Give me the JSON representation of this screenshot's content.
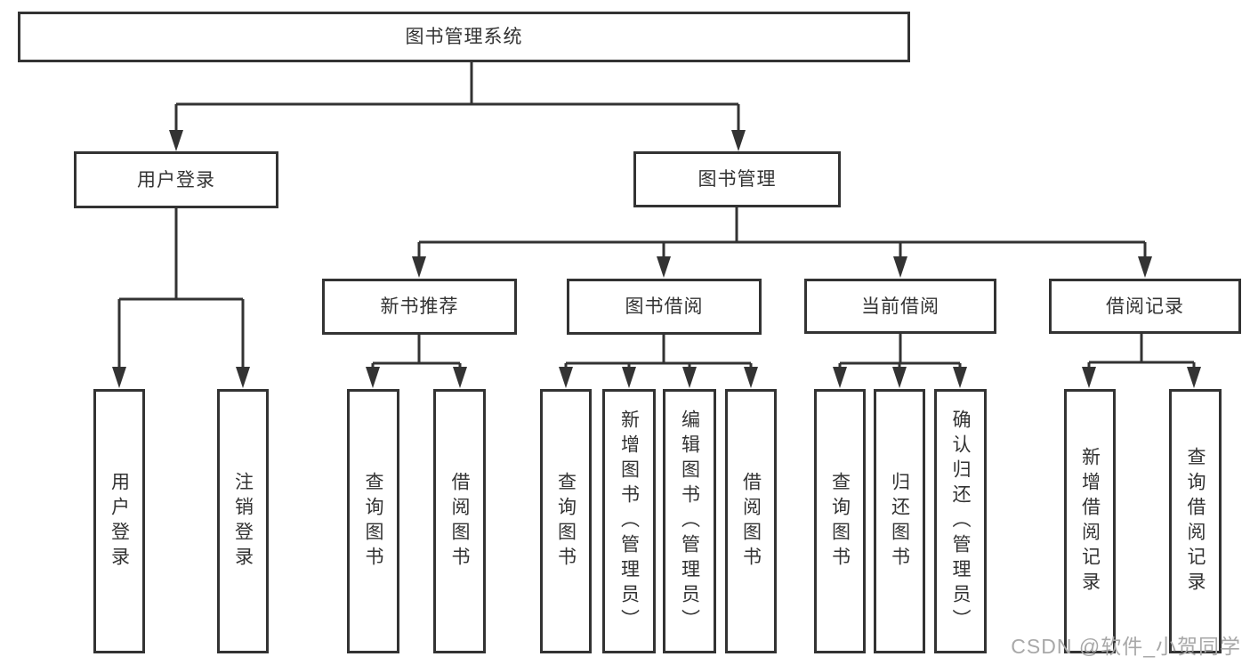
{
  "nodes": {
    "root": {
      "label": "图书管理系统"
    },
    "user_login": {
      "label": "用户登录"
    },
    "book_mgmt": {
      "label": "图书管理"
    },
    "new_book_rec": {
      "label": "新书推荐"
    },
    "book_borrow": {
      "label": "图书借阅"
    },
    "current_borrow": {
      "label": "当前借阅"
    },
    "borrow_records": {
      "label": "借阅记录"
    },
    "leaf_user_login": {
      "label": "用户登录"
    },
    "leaf_logout": {
      "label": "注销登录"
    },
    "leaf_nb_query": {
      "label": "查询图书"
    },
    "leaf_nb_borrow": {
      "label": "借阅图书"
    },
    "leaf_bb_query": {
      "label": "查询图书"
    },
    "leaf_bb_add": {
      "label": "新增图书（管理员）"
    },
    "leaf_bb_edit": {
      "label": "编辑图书（管理员）"
    },
    "leaf_bb_borrow": {
      "label": "借阅图书"
    },
    "leaf_cb_query": {
      "label": "查询图书"
    },
    "leaf_cb_return": {
      "label": "归还图书"
    },
    "leaf_cb_confirm": {
      "label": "确认归还（管理员）"
    },
    "leaf_br_add": {
      "label": "新增借阅记录"
    },
    "leaf_br_query": {
      "label": "查询借阅记录"
    }
  },
  "watermark": {
    "text": "CSDN @软件_小贺同学"
  },
  "colors": {
    "line": "#333333",
    "box_border": "#333333",
    "box_fill": "#ffffff",
    "text": "#333333",
    "watermark": "#a8a8a8",
    "background": "#ffffff"
  }
}
